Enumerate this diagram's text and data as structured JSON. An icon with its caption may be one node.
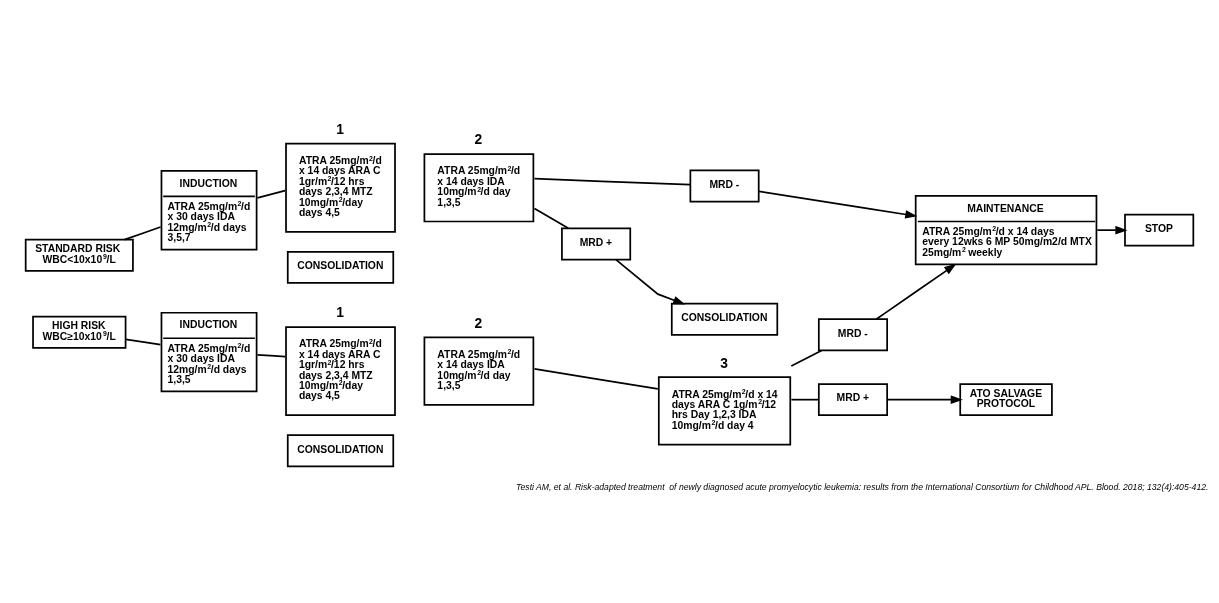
{
  "diagram": {
    "caption": "Testi AM, et al. Risk-adapted treatment  of newly diagnosed acute promyelocytic leukemia: results from the International Consortium for Childhood APL. Blood. 2018; 132(4):405-412.",
    "nodes": [
      {
        "text": [
          "STANDARD RISK WBC<10x10$^{9}$/L"
        ]
      },
      {
        "text": [
          "INDUCTION",
          "ATRA 25mg/m$^{2}$/d x 30 days IDA 12mg/m$^{2}$/d days 3,5,7"
        ]
      },
      {
        "text": [
          "CONSOLIDATION"
        ]
      },
      {
        "text": [
          "1",
          "ATRA 25mg/m$^{2}$/d x 14 days ARA C 1gr/m$^{2}$/12 hrs days 2,3,4 MTZ 10mg/m$^{2}$/day days 4,5"
        ]
      },
      {
        "text": [
          "2",
          "ATRA 25mg/m$^{2}$/d x 14 days IDA 10mg/m$^{2}$/d day 1,3,5"
        ]
      },
      {
        "text": [
          "MRD -"
        ]
      },
      {
        "text": [
          "MRD +"
        ]
      },
      {
        "text": [
          "MAINTENANCE",
          "ATRA 25mg/m$^{2}$/d x 14 days every 12wks 6 MP 50mg/m2/d MTX 25mg/m$^{2}$ weekly"
        ]
      },
      {
        "text": [
          "STOP"
        ]
      },
      {
        "text": [
          "HIGH RISK WBC≥10x10$^{9}$/L"
        ]
      },
      {
        "text": [
          "INDUCTION",
          "ATRA 25mg/m$^{2}$/d x 30 days IDA 12mg/m$^{2}$/d days 1,3,5"
        ]
      },
      {
        "text": [
          "CONSOLIDATION"
        ]
      },
      {
        "text": [
          "1",
          "ATRA 25mg/m$^{2}$/d x 14 days ARA C 1gr/m$^{2}$/12 hrs days 2,3,4 MTZ 10mg/m$^{2}$/day days 4,5"
        ]
      },
      {
        "text": [
          "2",
          "ATRA 25mg/m$^{2}$/d x 14 days IDA 10mg/m$^{2}$/d day 1,3,5"
        ]
      },
      {
        "text": [
          "CONSOLIDATION"
        ]
      },
      {
        "text": [
          "3",
          "ATRA 25mg/m$^{2}$/d x 14 days ARA C 1g/m$^{2}$/12 hrs Day 1,2,3 IDA 10mg/m$^{2}$/d day 4"
        ]
      },
      {
        "text": [
          "MRD -"
        ]
      },
      {
        "text": [
          "MRD +"
        ]
      },
      {
        "text": [
          "ATO SALVAGE PROTOCOL"
        ]
      }
    ],
    "edges": [
      {
        "from": 0,
        "to": 1,
        "arrow": "none"
      },
      {
        "from": 1,
        "to": 3,
        "arrow": "none"
      },
      {
        "from": 4,
        "to": 5,
        "arrow": "none"
      },
      {
        "from": 4,
        "to": 6,
        "arrow": "none"
      },
      {
        "from": 5,
        "to": 7,
        "arrow": "to"
      },
      {
        "from": 6,
        "to": 14,
        "arrow": "to"
      },
      {
        "from": 7,
        "to": 8,
        "arrow": "to"
      },
      {
        "from": 9,
        "to": 10,
        "arrow": "none"
      },
      {
        "from": 10,
        "to": 12,
        "arrow": "none"
      },
      {
        "from": 13,
        "to": 15,
        "arrow": "none"
      },
      {
        "from": 15,
        "to": 16,
        "arrow": "none"
      },
      {
        "from": 15,
        "to": 17,
        "arrow": "none"
      },
      {
        "from": 16,
        "to": 7,
        "arrow": "to"
      },
      {
        "from": 17,
        "to": 18,
        "arrow": "to"
      }
    ]
  }
}
